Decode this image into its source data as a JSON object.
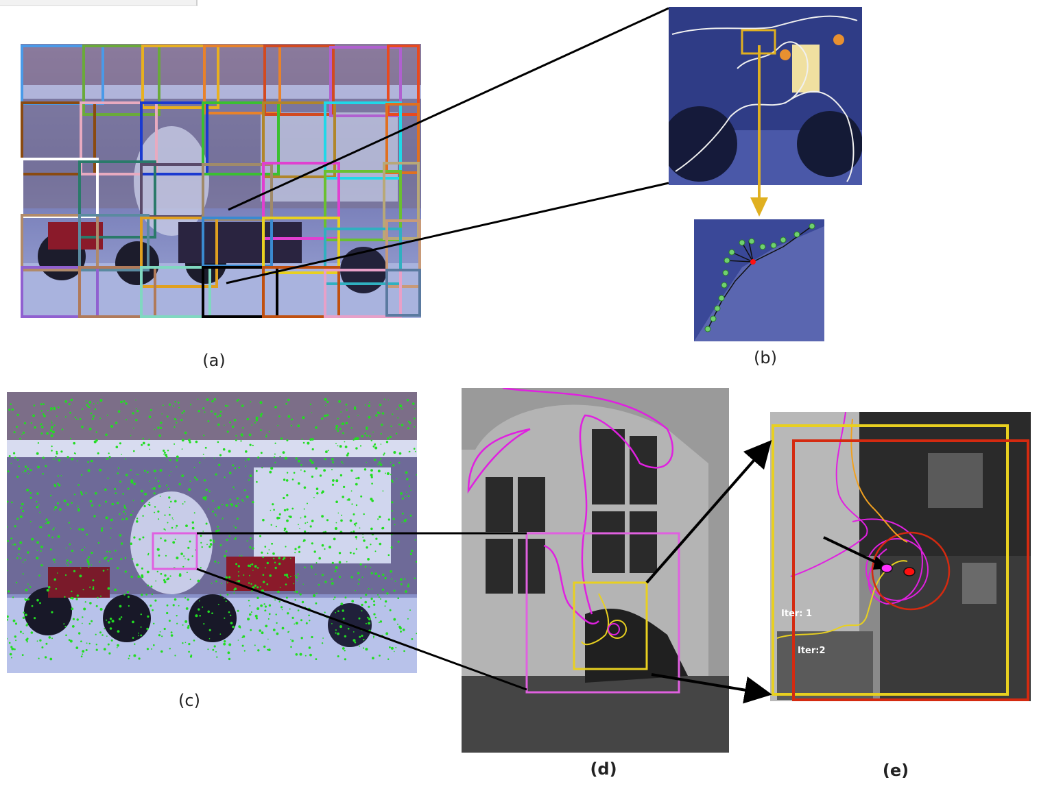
{
  "figure": {
    "captions": {
      "a": "(a)",
      "b": "(b)",
      "c": "(c)",
      "d": "(d)",
      "e": "(e)"
    },
    "iteration_labels": {
      "first": "Iter: 1",
      "second": "Iter:2"
    },
    "colors": {
      "feature_points": "#22dd22",
      "contour_magenta": "#e020e0",
      "contour_yellow": "#e8d020",
      "box_red": "#d42a10",
      "edge_outline": "#f0f0f0",
      "arrow_gold": "#e0b020",
      "keypoint_red": "#ff1010",
      "keypoint_magenta": "#ff30ff"
    }
  }
}
